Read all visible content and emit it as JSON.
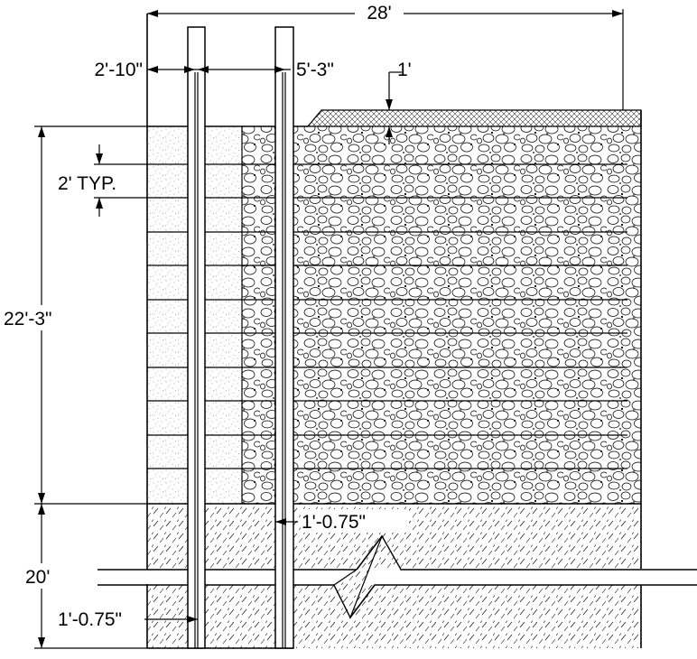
{
  "drawing": {
    "dimensions": {
      "overall_width": "28'",
      "left_offset": "2'-10\"",
      "pile_spacing": "5'-3\"",
      "cap_thickness": "1'",
      "layer_spacing": "2' TYP.",
      "wall_height": "22'-3\"",
      "pile_width_upper": "1'-0.75\"",
      "embedment_depth": "20'",
      "pile_width_lower": "1'-0.75\""
    },
    "colors": {
      "line": "#000000",
      "background": "#ffffff",
      "facing_speckle": "#9a9a9a"
    },
    "patterns": {
      "facing": "speckled-sand",
      "backfill": "rounded-gravel",
      "foundation": "diagonal-hatch",
      "cap": "crosshatch"
    }
  }
}
